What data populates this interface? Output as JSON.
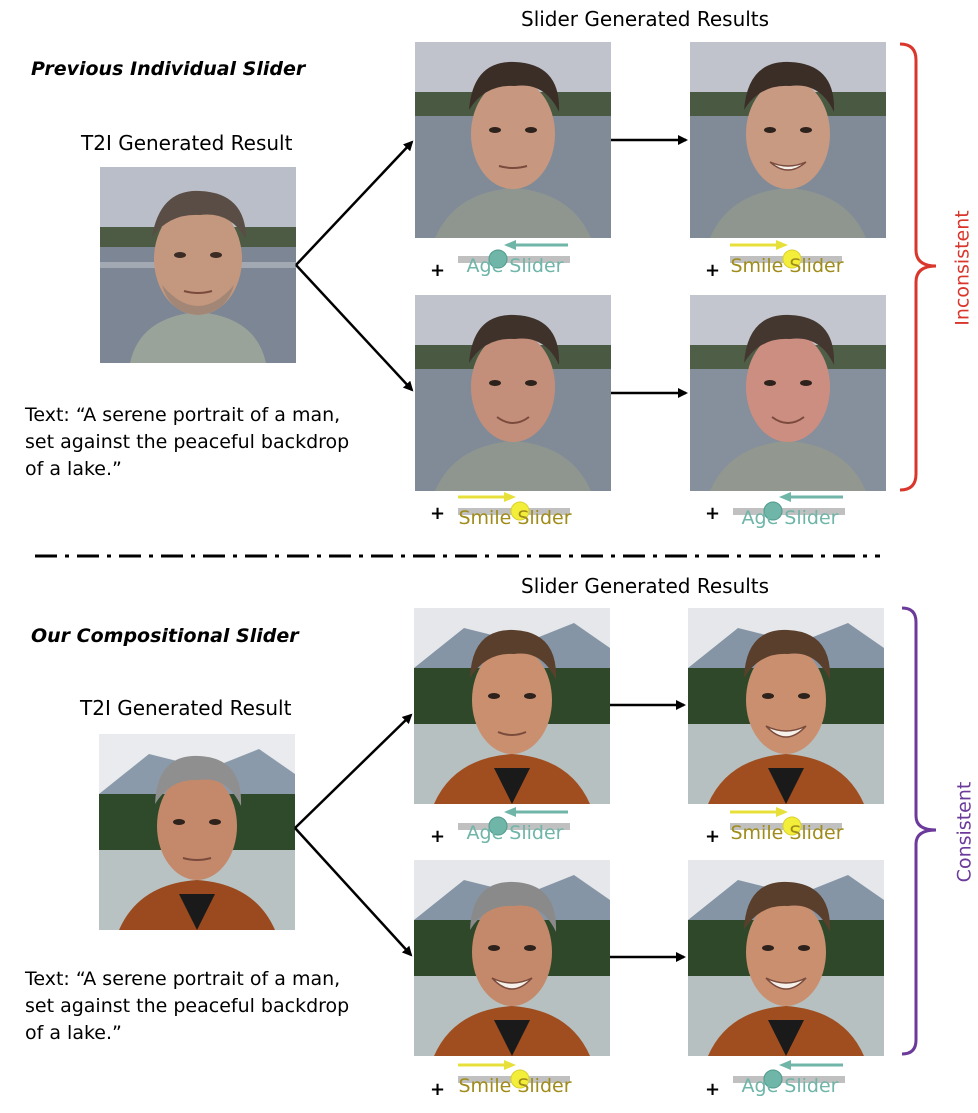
{
  "colors": {
    "inconsistent": "#d9362c",
    "consistent": "#6b3a9a",
    "age_slider": "#6fb5a8",
    "smile_slider": "#e8e03a",
    "smile_text": "#a08c1a",
    "slider_track": "#c0c0c0"
  },
  "top": {
    "method_title": "Previous Individual Slider",
    "t2i_heading": "T2I  Generated Result",
    "results_heading": "Slider Generated Results",
    "prompt_lines": [
      "Text: “A serene portrait of a man,",
      "set against the peaceful backdrop",
      "of a lake.”"
    ],
    "bracket_label": "Inconsistent",
    "sliders": [
      {
        "plus": "+",
        "label": "Age Slider",
        "kind": "age"
      },
      {
        "plus": "+",
        "label": "Smile Slider",
        "kind": "smile"
      },
      {
        "plus": "+",
        "label": "Smile Slider",
        "kind": "smile"
      },
      {
        "plus": "+",
        "label": "Age Slider",
        "kind": "age"
      }
    ]
  },
  "bottom": {
    "method_title": "Our Compositional Slider",
    "t2i_heading": "T2I  Generated Result",
    "results_heading": "Slider Generated Results",
    "prompt_lines": [
      "Text: “A serene portrait of a man,",
      "set against the peaceful backdrop",
      "of a lake.”"
    ],
    "bracket_label": "Consistent",
    "sliders": [
      {
        "plus": "+",
        "label": "Age Slider",
        "kind": "age"
      },
      {
        "plus": "+",
        "label": "Smile Slider",
        "kind": "smile"
      },
      {
        "plus": "+",
        "label": "Smile Slider",
        "kind": "smile"
      },
      {
        "plus": "+",
        "label": "Age Slider",
        "kind": "age"
      }
    ]
  }
}
